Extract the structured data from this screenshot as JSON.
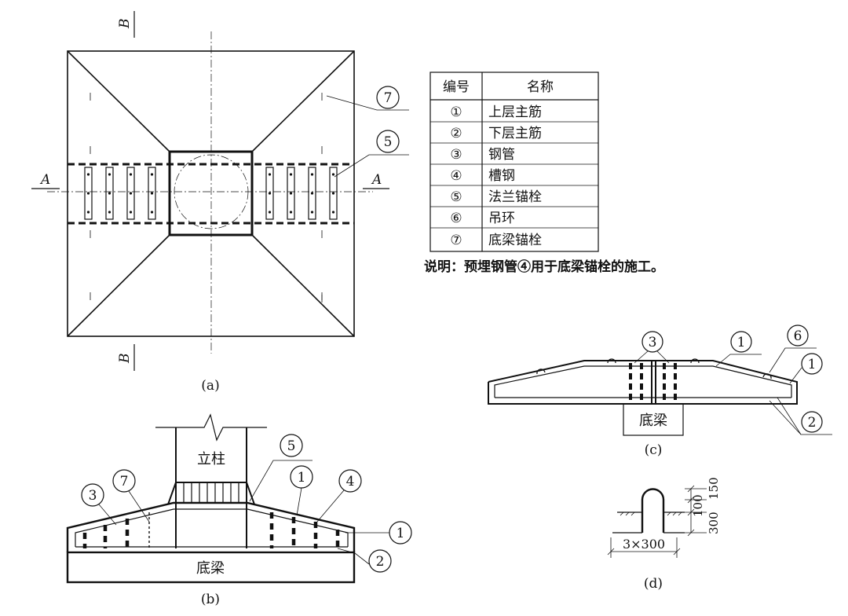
{
  "view_a": {
    "caption": "(a)",
    "section_A_left": "A",
    "section_A_right": "A",
    "section_B_top": "B",
    "section_B_bottom": "B",
    "callout_7": "7",
    "callout_5": "5"
  },
  "legend": {
    "header_number": "编号",
    "header_name": "名称",
    "rows": [
      {
        "no": "①",
        "name": "上层主筋"
      },
      {
        "no": "②",
        "name": "下层主筋"
      },
      {
        "no": "③",
        "name": "钢管"
      },
      {
        "no": "④",
        "name": "槽钢"
      },
      {
        "no": "⑤",
        "name": "法兰锚栓"
      },
      {
        "no": "⑥",
        "name": "吊环"
      },
      {
        "no": "⑦",
        "name": "底梁锚栓"
      }
    ],
    "note": "说明：预埋钢管④用于底梁锚栓的施工。"
  },
  "view_b": {
    "caption": "(b)",
    "column_label": "立柱",
    "base_beam_label": "底梁",
    "callouts": {
      "c3": "3",
      "c7": "7",
      "c5": "5",
      "c1a": "1",
      "c4": "4",
      "c1b": "1",
      "c2": "2"
    }
  },
  "view_c": {
    "caption": "(c)",
    "base_beam_label": "底梁",
    "callouts": {
      "c3": "3",
      "c1a": "1",
      "c6": "6",
      "c1b": "1",
      "c2": "2"
    }
  },
  "view_d": {
    "caption": "(d)",
    "dim_width": "3×300",
    "dim_100": "100",
    "dim_300": "300",
    "dim_150": "150"
  }
}
